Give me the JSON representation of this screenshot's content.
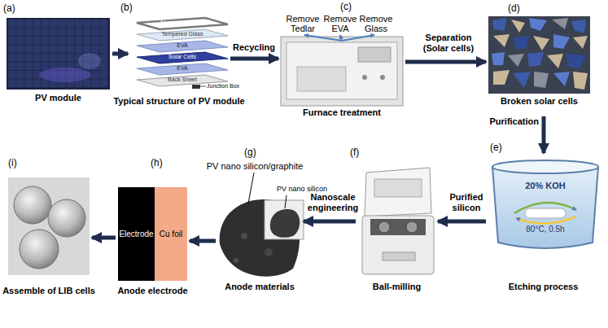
{
  "diagram": {
    "nodes": [
      {
        "text": [
          "(a)",
          "PV module"
        ]
      },
      {
        "text": [
          "(b)",
          "Typical structure of PV module"
        ]
      },
      {
        "text": [
          "(c)",
          "Furnace treatment"
        ]
      },
      {
        "text": [
          "(d)",
          "Broken solar cells"
        ]
      },
      {
        "text": [
          "(e)",
          "Etching process"
        ]
      },
      {
        "text": [
          "(f)",
          "Ball-milling"
        ]
      },
      {
        "text": [
          "(g)",
          "Anode materials"
        ]
      },
      {
        "text": [
          "(h)",
          "Anode electrode"
        ]
      },
      {
        "text": [
          "Electrode"
        ],
        "in": 7
      },
      {
        "text": [
          "Cu foil"
        ],
        "in": 7
      },
      {
        "text": [
          "(i)",
          "Assemble of LIB cells"
        ]
      }
    ],
    "edges": [
      {
        "from": 0,
        "to": 1,
        "arrow": "to"
      },
      {
        "from": 1,
        "to": 2,
        "label": "Recycling",
        "arrow": "to"
      },
      {
        "from": 2,
        "to": 3,
        "label": "Separation (Solar cells)",
        "arrow": "to"
      },
      {
        "from": 3,
        "to": 4,
        "label": "Purification",
        "arrow": "to"
      },
      {
        "from": 4,
        "to": 5,
        "label": "Purified silicon",
        "arrow": "to"
      },
      {
        "from": 5,
        "to": 6,
        "label": "Nanoscale engineering",
        "arrow": "to"
      },
      {
        "from": 6,
        "to": 7,
        "arrow": "to"
      },
      {
        "from": 7,
        "to": 10,
        "arrow": "to"
      }
    ],
    "labels": [
      "Aluminium Frame",
      "Tempered Glass",
      "EVA",
      "Solar Cells",
      "EVA",
      "Back Sheet",
      "Junction Box",
      "Remove Tedlar",
      "Remove EVA",
      "Remove Glass",
      "20% KOH",
      "80°C, 0.5h",
      "PV nano silicon/graphite",
      "PV nano silicon"
    ]
  }
}
